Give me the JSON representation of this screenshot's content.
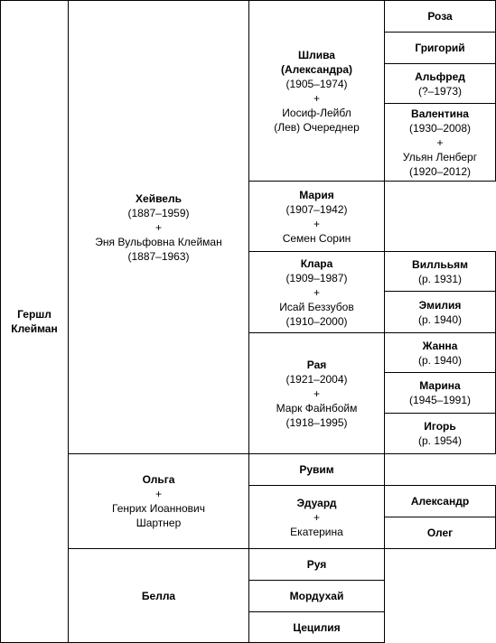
{
  "root": {
    "name": [
      "Гершл",
      "Клейман"
    ]
  },
  "g1": [
    {
      "name": [
        "Хейвель"
      ],
      "dates": "(1887–1959)",
      "plus": "+",
      "spouse": [
        "Эня Вульфовна Клейман",
        "(1887–1963)"
      ]
    },
    {
      "name": [
        "Ольга"
      ],
      "plus": "+",
      "spouse": [
        "Генрих Иоаннович",
        "Шартнер"
      ]
    },
    {
      "name": [
        "Белла"
      ]
    }
  ],
  "g2": [
    {
      "name": [
        "Шлива",
        "(Александра)"
      ],
      "dates": "(1905–1974)",
      "plus": "+",
      "spouse": [
        "Иосиф-Лейбл",
        "(Лев) Очереднер"
      ]
    },
    {
      "name": [
        "Мария"
      ],
      "dates": "(1907–1942)",
      "plus": "+",
      "spouse": [
        "Семен Сорин"
      ]
    },
    {
      "name": [
        "Клара"
      ],
      "dates": "(1909–1987)",
      "plus": "+",
      "spouse": [
        "Исай Беззубов",
        "(1910–2000)"
      ]
    },
    {
      "name": [
        "Рая"
      ],
      "dates": "(1921–2004)",
      "plus": "+",
      "spouse": [
        "Марк Файнбойм",
        "(1918–1995)"
      ]
    },
    {
      "name": [
        "Рувим"
      ]
    },
    {
      "name": [
        "Эдуард"
      ],
      "plus": "+",
      "spouse": [
        "Екатерина"
      ]
    },
    {
      "name": [
        "Руя"
      ]
    },
    {
      "name": [
        "Мордухай"
      ]
    },
    {
      "name": [
        "Цецилия"
      ]
    }
  ],
  "g3": [
    {
      "name": [
        "Роза"
      ]
    },
    {
      "name": [
        "Григорий"
      ]
    },
    {
      "name": [
        "Альфред"
      ],
      "dates": "(?–1973)"
    },
    {
      "name": [
        "Валентина"
      ],
      "dates": "(1930–2008)",
      "plus": "+",
      "spouse": [
        "Ульян Ленберг",
        "(1920–2012)"
      ]
    },
    {
      "name": [
        "Виллььям"
      ],
      "dates": "(р. 1931)"
    },
    {
      "name": [
        "Эмилия"
      ],
      "dates": "(р. 1940)"
    },
    {
      "name": [
        "Жанна"
      ],
      "dates": "(р. 1940)"
    },
    {
      "name": [
        "Марина"
      ],
      "dates": "(1945–1991)"
    },
    {
      "name": [
        "Игорь"
      ],
      "dates": "(р. 1954)"
    },
    {
      "name": [
        "Александр"
      ]
    },
    {
      "name": [
        "Олег"
      ]
    }
  ]
}
